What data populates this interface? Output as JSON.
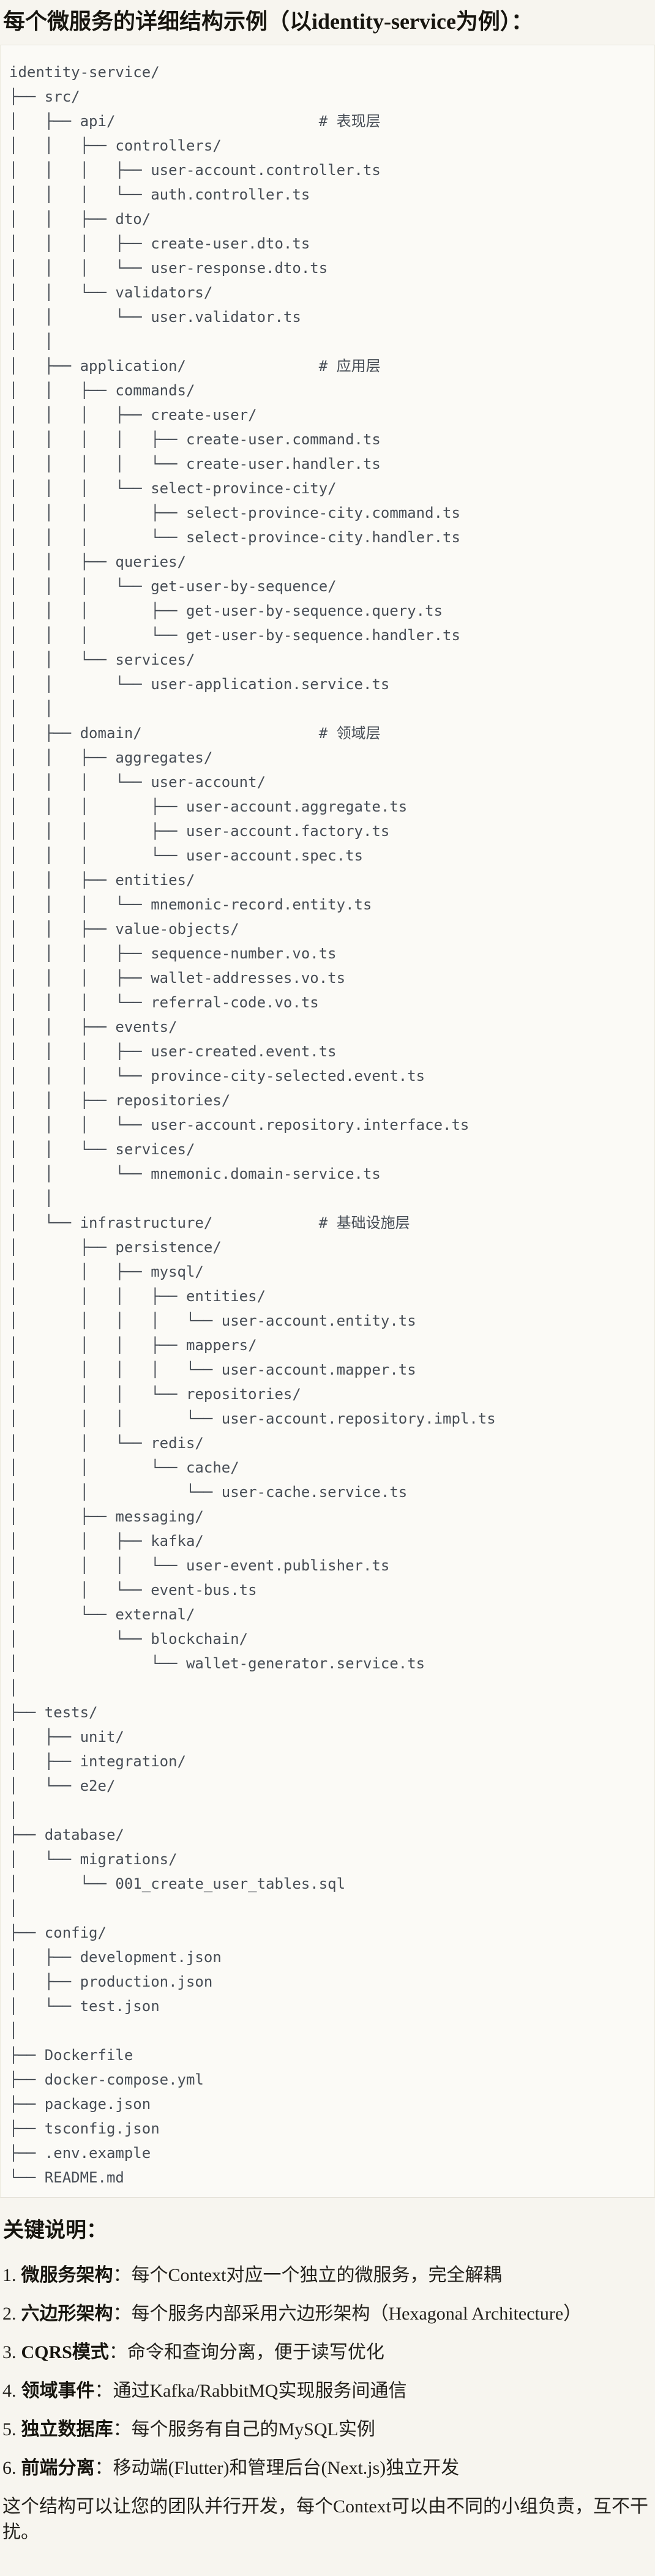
{
  "title": "每个微服务的详细结构示例（以identity-service为例）：",
  "tree": {
    "lines": [
      "identity-service/",
      "├── src/",
      "│   ├── api/                       # 表现层",
      "│   │   ├── controllers/",
      "│   │   │   ├── user-account.controller.ts",
      "│   │   │   └── auth.controller.ts",
      "│   │   ├── dto/",
      "│   │   │   ├── create-user.dto.ts",
      "│   │   │   └── user-response.dto.ts",
      "│   │   └── validators/",
      "│   │       └── user.validator.ts",
      "│   │",
      "│   ├── application/               # 应用层",
      "│   │   ├── commands/",
      "│   │   │   ├── create-user/",
      "│   │   │   │   ├── create-user.command.ts",
      "│   │   │   │   └── create-user.handler.ts",
      "│   │   │   └── select-province-city/",
      "│   │   │       ├── select-province-city.command.ts",
      "│   │   │       └── select-province-city.handler.ts",
      "│   │   ├── queries/",
      "│   │   │   └── get-user-by-sequence/",
      "│   │   │       ├── get-user-by-sequence.query.ts",
      "│   │   │       └── get-user-by-sequence.handler.ts",
      "│   │   └── services/",
      "│   │       └── user-application.service.ts",
      "│   │",
      "│   ├── domain/                    # 领域层",
      "│   │   ├── aggregates/",
      "│   │   │   └── user-account/",
      "│   │   │       ├── user-account.aggregate.ts",
      "│   │   │       ├── user-account.factory.ts",
      "│   │   │       └── user-account.spec.ts",
      "│   │   ├── entities/",
      "│   │   │   └── mnemonic-record.entity.ts",
      "│   │   ├── value-objects/",
      "│   │   │   ├── sequence-number.vo.ts",
      "│   │   │   ├── wallet-addresses.vo.ts",
      "│   │   │   └── referral-code.vo.ts",
      "│   │   ├── events/",
      "│   │   │   ├── user-created.event.ts",
      "│   │   │   └── province-city-selected.event.ts",
      "│   │   ├── repositories/",
      "│   │   │   └── user-account.repository.interface.ts",
      "│   │   └── services/",
      "│   │       └── mnemonic.domain-service.ts",
      "│   │",
      "│   └── infrastructure/            # 基础设施层",
      "│       ├── persistence/",
      "│       │   ├── mysql/",
      "│       │   │   ├── entities/",
      "│       │   │   │   └── user-account.entity.ts",
      "│       │   │   ├── mappers/",
      "│       │   │   │   └── user-account.mapper.ts",
      "│       │   │   └── repositories/",
      "│       │   │       └── user-account.repository.impl.ts",
      "│       │   └── redis/",
      "│       │       └── cache/",
      "│       │           └── user-cache.service.ts",
      "│       ├── messaging/",
      "│       │   ├── kafka/",
      "│       │   │   └── user-event.publisher.ts",
      "│       │   └── event-bus.ts",
      "│       └── external/",
      "│           └── blockchain/",
      "│               └── wallet-generator.service.ts",
      "│",
      "├── tests/",
      "│   ├── unit/",
      "│   ├── integration/",
      "│   └── e2e/",
      "│",
      "├── database/",
      "│   └── migrations/",
      "│       └── 001_create_user_tables.sql",
      "│",
      "├── config/",
      "│   ├── development.json",
      "│   ├── production.json",
      "│   └── test.json",
      "│",
      "├── Dockerfile",
      "├── docker-compose.yml",
      "├── package.json",
      "├── tsconfig.json",
      "├── .env.example",
      "└── README.md"
    ]
  },
  "notes": {
    "heading": "关键说明：",
    "colon": "：",
    "items": [
      {
        "number": "1.",
        "term": "微服务架构",
        "desc": "每个Context对应一个独立的微服务，完全解耦"
      },
      {
        "number": "2.",
        "term": "六边形架构",
        "desc": "每个服务内部采用六边形架构（Hexagonal Architecture）"
      },
      {
        "number": "3.",
        "term": "CQRS模式",
        "desc": "命令和查询分离，便于读写优化"
      },
      {
        "number": "4.",
        "term": "领域事件",
        "desc": "通过Kafka/RabbitMQ实现服务间通信"
      },
      {
        "number": "5.",
        "term": "独立数据库",
        "desc": "每个服务有自己的MySQL实例"
      },
      {
        "number": "6.",
        "term": "前端分离",
        "desc": "移动端(Flutter)和管理后台(Next.js)独立开发"
      }
    ],
    "footer": "这个结构可以让您的团队并行开发，每个Context可以由不同的小组负责，互不干扰。"
  },
  "colors": {
    "page_background": "#f7f5ef",
    "code_background": "#fbfaf6",
    "code_border": "#e5e2d9",
    "code_text": "#474d55",
    "body_text": "#23211c",
    "heading_text": "#17150f"
  }
}
